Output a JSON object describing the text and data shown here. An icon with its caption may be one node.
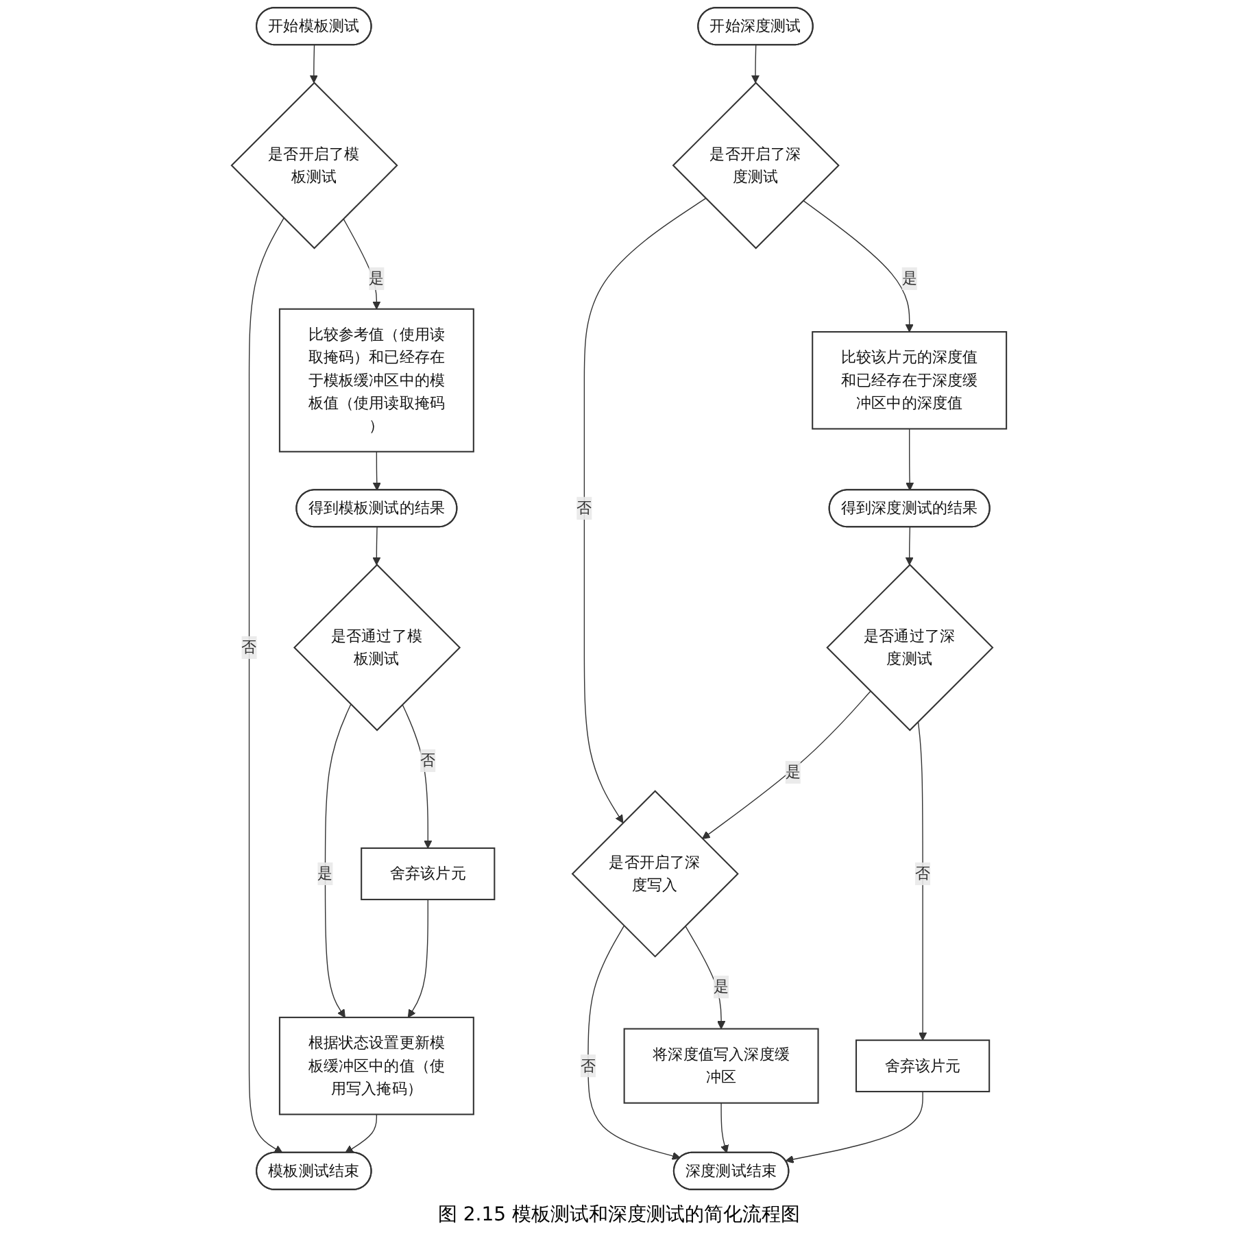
{
  "diagram": {
    "caption": "图 2.15 模板测试和深度测试的简化流程图",
    "nodes": [
      {
        "text": [
          "开始模板测试"
        ]
      },
      {
        "text": [
          "是否开启了模板测试"
        ]
      },
      {
        "text": [
          "比较参考值（使用读取掩码）和已经存在于模板缓冲区中的模板值（使用读取掩码）"
        ]
      },
      {
        "text": [
          "得到模板测试的结果"
        ]
      },
      {
        "text": [
          "是否通过了模板测试"
        ]
      },
      {
        "text": [
          "舍弃该片元"
        ]
      },
      {
        "text": [
          "根据状态设置更新模板缓冲区中的值（使用写入掩码）"
        ]
      },
      {
        "text": [
          "模板测试结束"
        ]
      },
      {
        "text": [
          "开始深度测试"
        ]
      },
      {
        "text": [
          "是否开启了深度测试"
        ]
      },
      {
        "text": [
          "比较该片元的深度值和已经存在于深度缓冲区中的深度值"
        ]
      },
      {
        "text": [
          "得到深度测试的结果"
        ]
      },
      {
        "text": [
          "是否通过了深度测试"
        ]
      },
      {
        "text": [
          "是否开启了深度写入"
        ]
      },
      {
        "text": [
          "将深度值写入深度缓冲区"
        ]
      },
      {
        "text": [
          "舍弃该片元"
        ]
      },
      {
        "text": [
          "深度测试结束"
        ]
      }
    ],
    "edges": [
      {
        "from": 0,
        "to": 1,
        "arrow": "to"
      },
      {
        "from": 1,
        "to": 2,
        "arrow": "to",
        "label": "是"
      },
      {
        "from": 1,
        "to": 7,
        "arrow": "to",
        "label": "否"
      },
      {
        "from": 2,
        "to": 3,
        "arrow": "to"
      },
      {
        "from": 3,
        "to": 4,
        "arrow": "to"
      },
      {
        "from": 4,
        "to": 5,
        "arrow": "to",
        "label": "否"
      },
      {
        "from": 4,
        "to": 6,
        "arrow": "to",
        "label": "是"
      },
      {
        "from": 5,
        "to": 6,
        "arrow": "to"
      },
      {
        "from": 6,
        "to": 7,
        "arrow": "to"
      },
      {
        "from": 8,
        "to": 9,
        "arrow": "to"
      },
      {
        "from": 9,
        "to": 10,
        "arrow": "to",
        "label": "是"
      },
      {
        "from": 9,
        "to": 13,
        "arrow": "to",
        "label": "否"
      },
      {
        "from": 10,
        "to": 11,
        "arrow": "to"
      },
      {
        "from": 11,
        "to": 12,
        "arrow": "to"
      },
      {
        "from": 12,
        "to": 13,
        "arrow": "to",
        "label": "是"
      },
      {
        "from": 12,
        "to": 15,
        "arrow": "to",
        "label": "否"
      },
      {
        "from": 13,
        "to": 14,
        "arrow": "to",
        "label": "是"
      },
      {
        "from": 13,
        "to": 16,
        "arrow": "to",
        "label": "否"
      },
      {
        "from": 14,
        "to": 16,
        "arrow": "to"
      },
      {
        "from": 15,
        "to": 16,
        "arrow": "to"
      }
    ]
  }
}
